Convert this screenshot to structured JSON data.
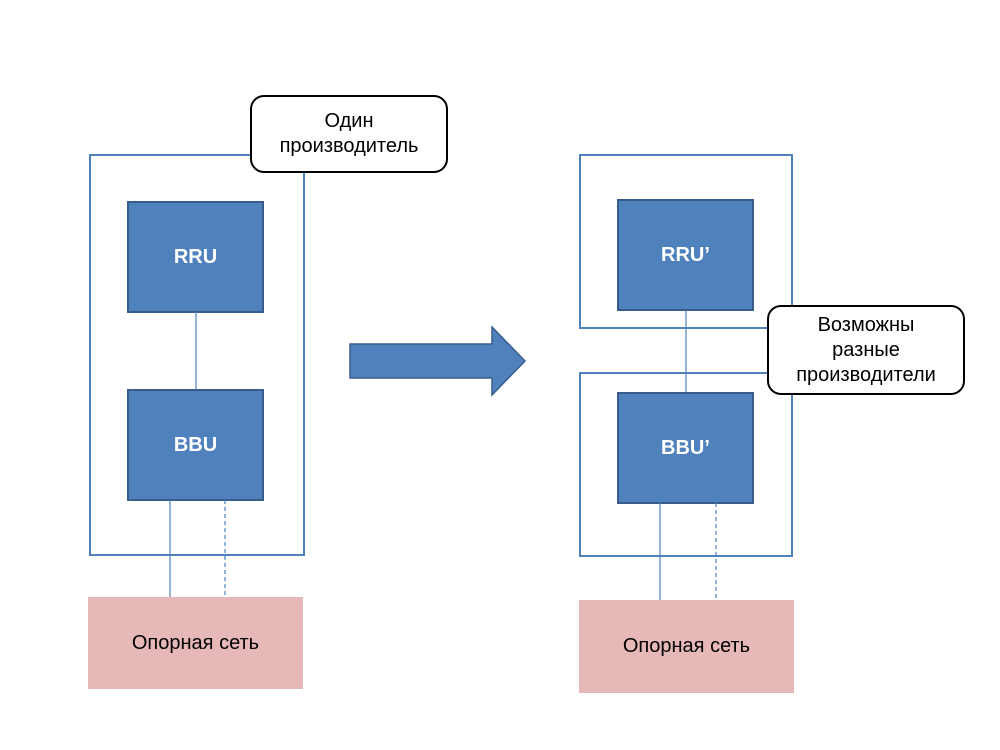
{
  "colors": {
    "unit_fill": "#4f81bd",
    "unit_border": "#385d8a",
    "frame_stroke": "#4f81bd",
    "core_fill": "#e6b8b7",
    "arrow_fill": "#4f81bd",
    "connector_stroke": "#4f81bd"
  },
  "left": {
    "rru_label": "RRU",
    "bbu_label": "BBU",
    "core_label": "Опорная сеть",
    "callout": {
      "line1": "Один",
      "line2": "производитель"
    }
  },
  "right": {
    "rru_label": "RRU’",
    "bbu_label": "BBU’",
    "core_label": "Опорная сеть",
    "callout": {
      "line1": "Возможны",
      "line2": "разные",
      "line3": "производители"
    }
  }
}
